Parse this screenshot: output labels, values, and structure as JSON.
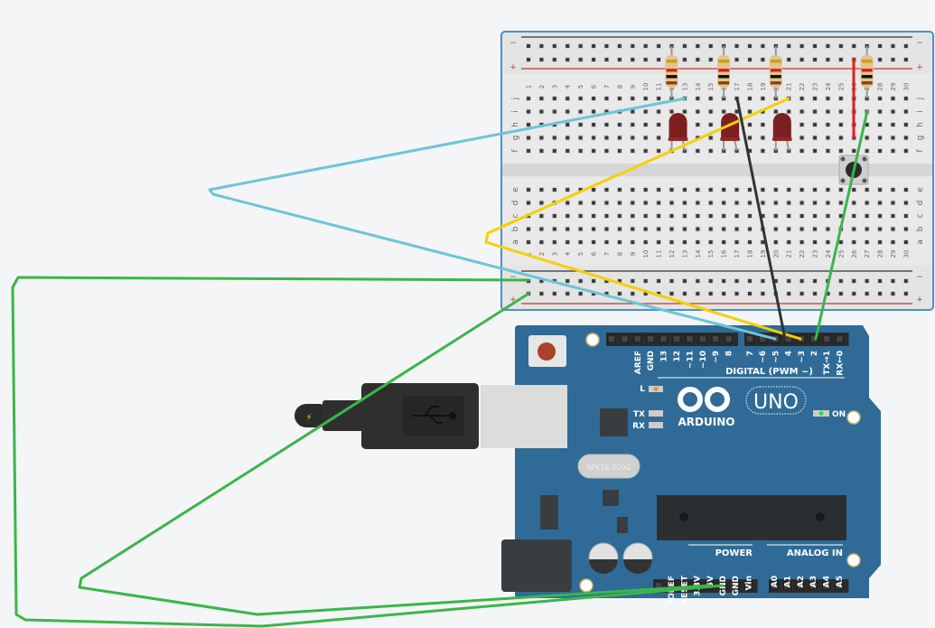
{
  "breadboard": {
    "columns": [
      "1",
      "2",
      "3",
      "4",
      "5",
      "6",
      "7",
      "8",
      "9",
      "10",
      "11",
      "12",
      "13",
      "14",
      "15",
      "16",
      "17",
      "18",
      "19",
      "20",
      "21",
      "22",
      "23",
      "24",
      "25",
      "26",
      "27",
      "28",
      "29",
      "30"
    ],
    "rows_top": [
      "j",
      "i",
      "h",
      "g",
      "f"
    ],
    "rows_bottom": [
      "e",
      "d",
      "c",
      "b",
      "a"
    ],
    "rail_minus": "−",
    "rail_plus": "+"
  },
  "arduino": {
    "brand": "ARDUINO",
    "model": "UNO",
    "crystal": "SPK16.000G",
    "led_l": "L",
    "led_tx": "TX",
    "led_rx": "RX",
    "led_on": "ON",
    "digital_label": "DIGITAL (PWM ~)",
    "digital_pins_a": [
      "AREF",
      "GND",
      "13",
      "12",
      "~11",
      "~10",
      "~9",
      "8"
    ],
    "digital_pins_b": [
      "7",
      "~6",
      "~5",
      "4",
      "~3",
      "2",
      "TX→1",
      "RX←0"
    ],
    "power_label": "POWER",
    "power_pins": [
      "IOREF",
      "RESET",
      "3.3V",
      "5V",
      "GND",
      "GND",
      "Vin"
    ],
    "analog_label": "ANALOG IN",
    "analog_pins": [
      "A0",
      "A1",
      "A2",
      "A3",
      "A4",
      "A5"
    ]
  },
  "wires": {
    "colors": {
      "cyan": "#6cc5d6",
      "yellow": "#f5d000",
      "black": "#333333",
      "green": "#3cb54a",
      "red": "#e02020"
    }
  },
  "colors": {
    "board": "#2f6b96",
    "breadboard": "#e4e4e4",
    "canvas": "#f3f5f7",
    "led": "#7d1f1f"
  }
}
